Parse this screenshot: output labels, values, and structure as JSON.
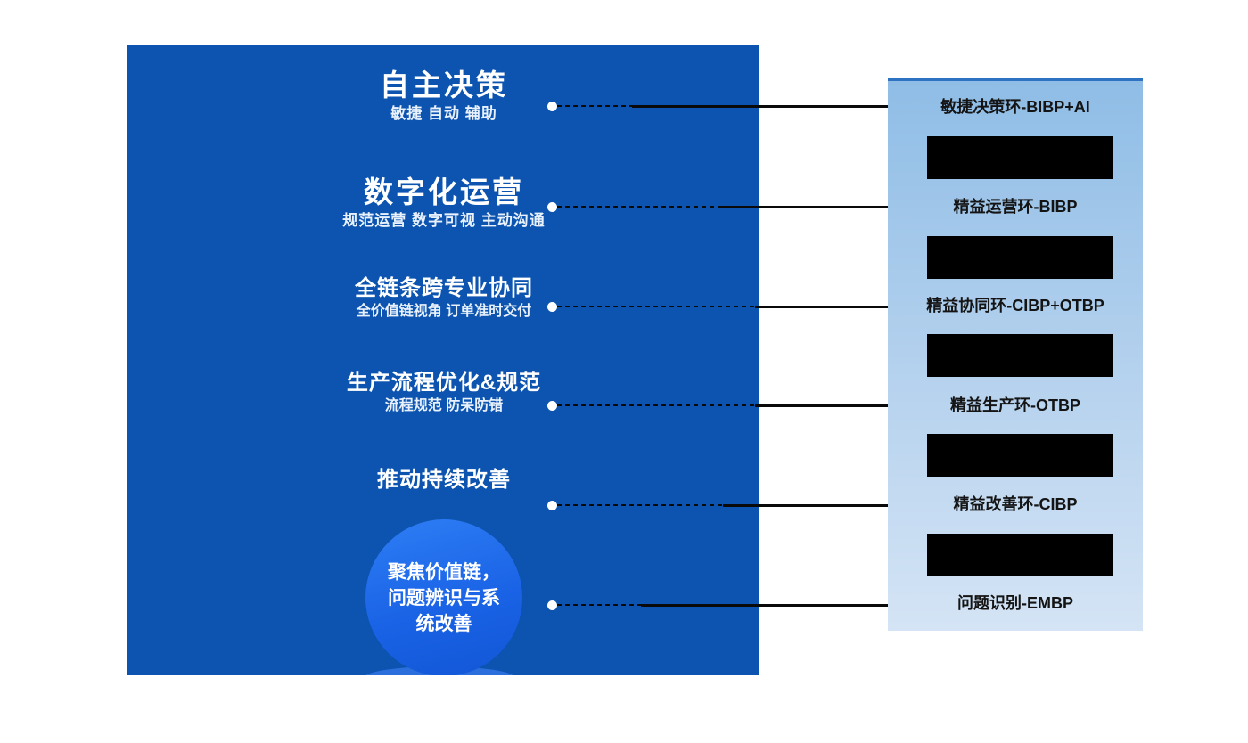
{
  "left_panel": {
    "bg_color": "#0c54b0",
    "rows": [
      {
        "title": "自主决策",
        "subtitle": "敏捷  自动  辅助"
      },
      {
        "title": "数字化运营",
        "subtitle": "规范运营  数字可视  主动沟通"
      },
      {
        "title": "全链条跨专业协同",
        "subtitle": "全价值链视角 订单准时交付"
      },
      {
        "title": "生产流程优化&规范",
        "subtitle": "流程规范 防呆防错"
      },
      {
        "title": "推动持续改善",
        "subtitle": ""
      }
    ],
    "circle_text": {
      "line1": "聚焦价值链，",
      "line2": "问题辨识与系",
      "line3": "统改善"
    }
  },
  "right_panel": {
    "labels": [
      "敏捷决策环-BIBP+AI",
      "精益运营环-BIBP",
      "精益协同环-CIBP+OTBP",
      "精益生产环-OTBP",
      "精益改善环-CIBP",
      "问题识别-EMBP"
    ]
  },
  "colors": {
    "left_panel_bg": "#0c54b0",
    "circle_gradient_top": "#2e7ef5",
    "circle_gradient_bottom": "#1156d6",
    "right_panel_gradient_top": "#8fbde6",
    "right_panel_gradient_bottom": "#d4e4f5",
    "right_panel_top_border": "#2e73c2",
    "connector_line": "#0a0a0a",
    "connector_dot": "#ffffff",
    "redacted_block": "#000000"
  }
}
